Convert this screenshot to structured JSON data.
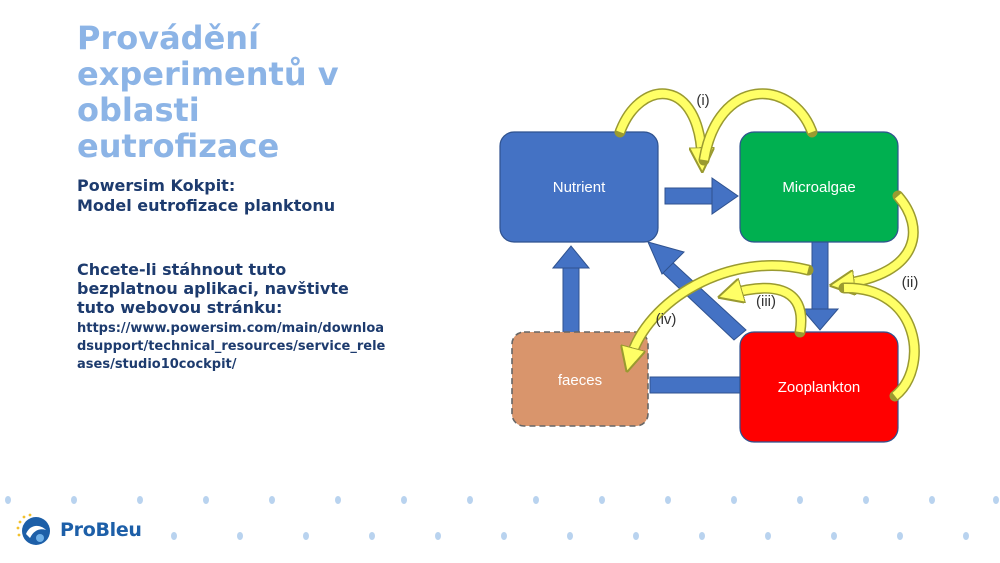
{
  "title_lines": [
    "Provádění",
    "experimentů v",
    "oblasti",
    "eutrofizace"
  ],
  "subtitle_lines": [
    "Powersim Kokpit:",
    "Model eutrofizace planktonu"
  ],
  "cta_lines": [
    "Chcete-li stáhnout tuto",
    "bezplatnou aplikaci, navštivte",
    "tuto webovou stránku:"
  ],
  "url": "https://www.powersim.com/main/downloadsupport/technical_resources/service_releases/studio10cockpit/",
  "diagram": {
    "nodes": {
      "nutrient": "Nutrient",
      "microalgae": "Microalgae",
      "faeces": "faeces",
      "zooplankton": "Zooplankton"
    },
    "labels": {
      "i": "(i)",
      "ii": "(ii)",
      "iii": "(iii)",
      "iv": "(iv)"
    },
    "colors": {
      "nutrient": "#4472c4",
      "microalgae": "#00b050",
      "faeces": "#d9956c",
      "zooplankton": "#ff0000",
      "flow_arrow": "#4472c4",
      "curved_arrow": "#ffff66"
    }
  },
  "logo": {
    "text": "ProBleu"
  }
}
